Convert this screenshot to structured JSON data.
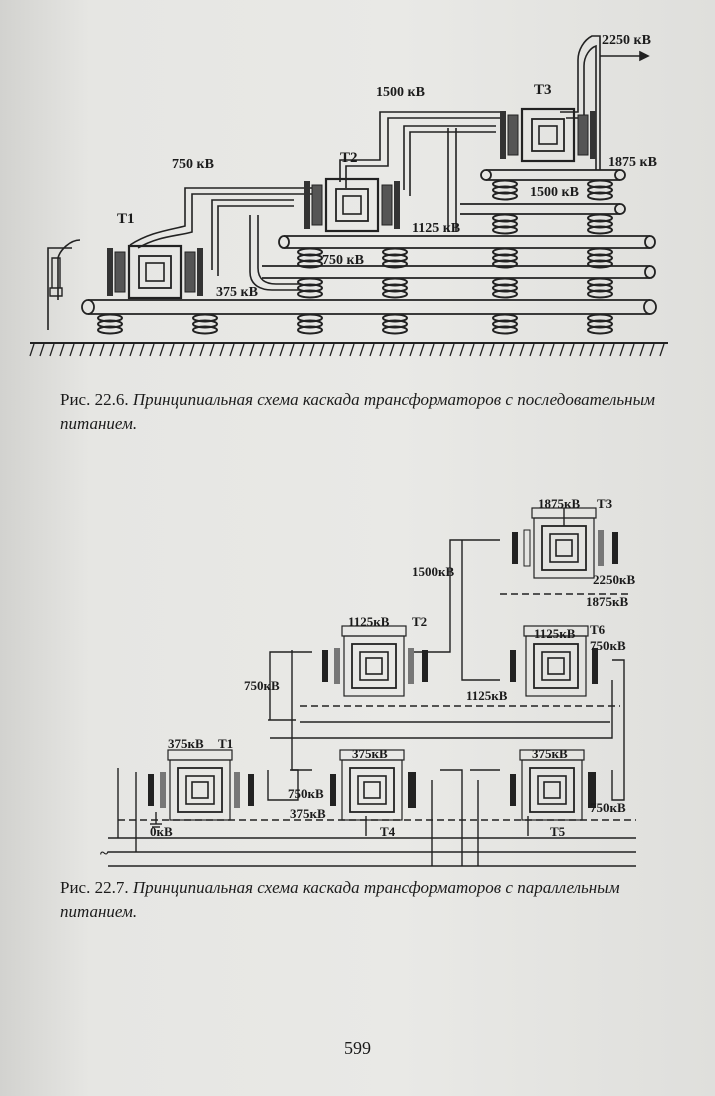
{
  "figure1": {
    "caption_number": "Рис. 22.6.",
    "caption_text": "Принципиальная схема каскада трансформаторов с последовательным питанием.",
    "transformers": [
      "T1",
      "T2",
      "T3"
    ],
    "labels": {
      "output_voltage": "2250 кВ",
      "v1500_top": "1500 кВ",
      "v750_top": "750 кВ",
      "v1875": "1875 кВ",
      "v1500_bus": "1500 кВ",
      "v1125": "1125 кВ",
      "v750_bus": "750 кВ",
      "v375": "375 кВ"
    }
  },
  "figure2": {
    "caption_number": "Рис. 22.7.",
    "caption_text": "Принципиальная схема каскада трансформаторов с параллельным питанием.",
    "transformers": [
      "T1",
      "T2",
      "T3",
      "T4",
      "T5",
      "T6"
    ],
    "labels": {
      "t3_top": "1875кВ",
      "t3_out": "2250кВ",
      "t3_bot": "1875кВ",
      "v1500": "1500кВ",
      "t2_top": "1125кВ",
      "t6_top": "1125кВ",
      "t6_right": "750кВ",
      "v1125": "1125кВ",
      "v750_left": "750кВ",
      "t1_top": "375кВ",
      "t4_top": "375кВ",
      "t5_top": "375кВ",
      "t4_left": "750кВ",
      "t4_left2": "375кВ",
      "t5_right": "750кВ",
      "ground": "0кВ",
      "supply": "~"
    }
  },
  "page_number": "599"
}
